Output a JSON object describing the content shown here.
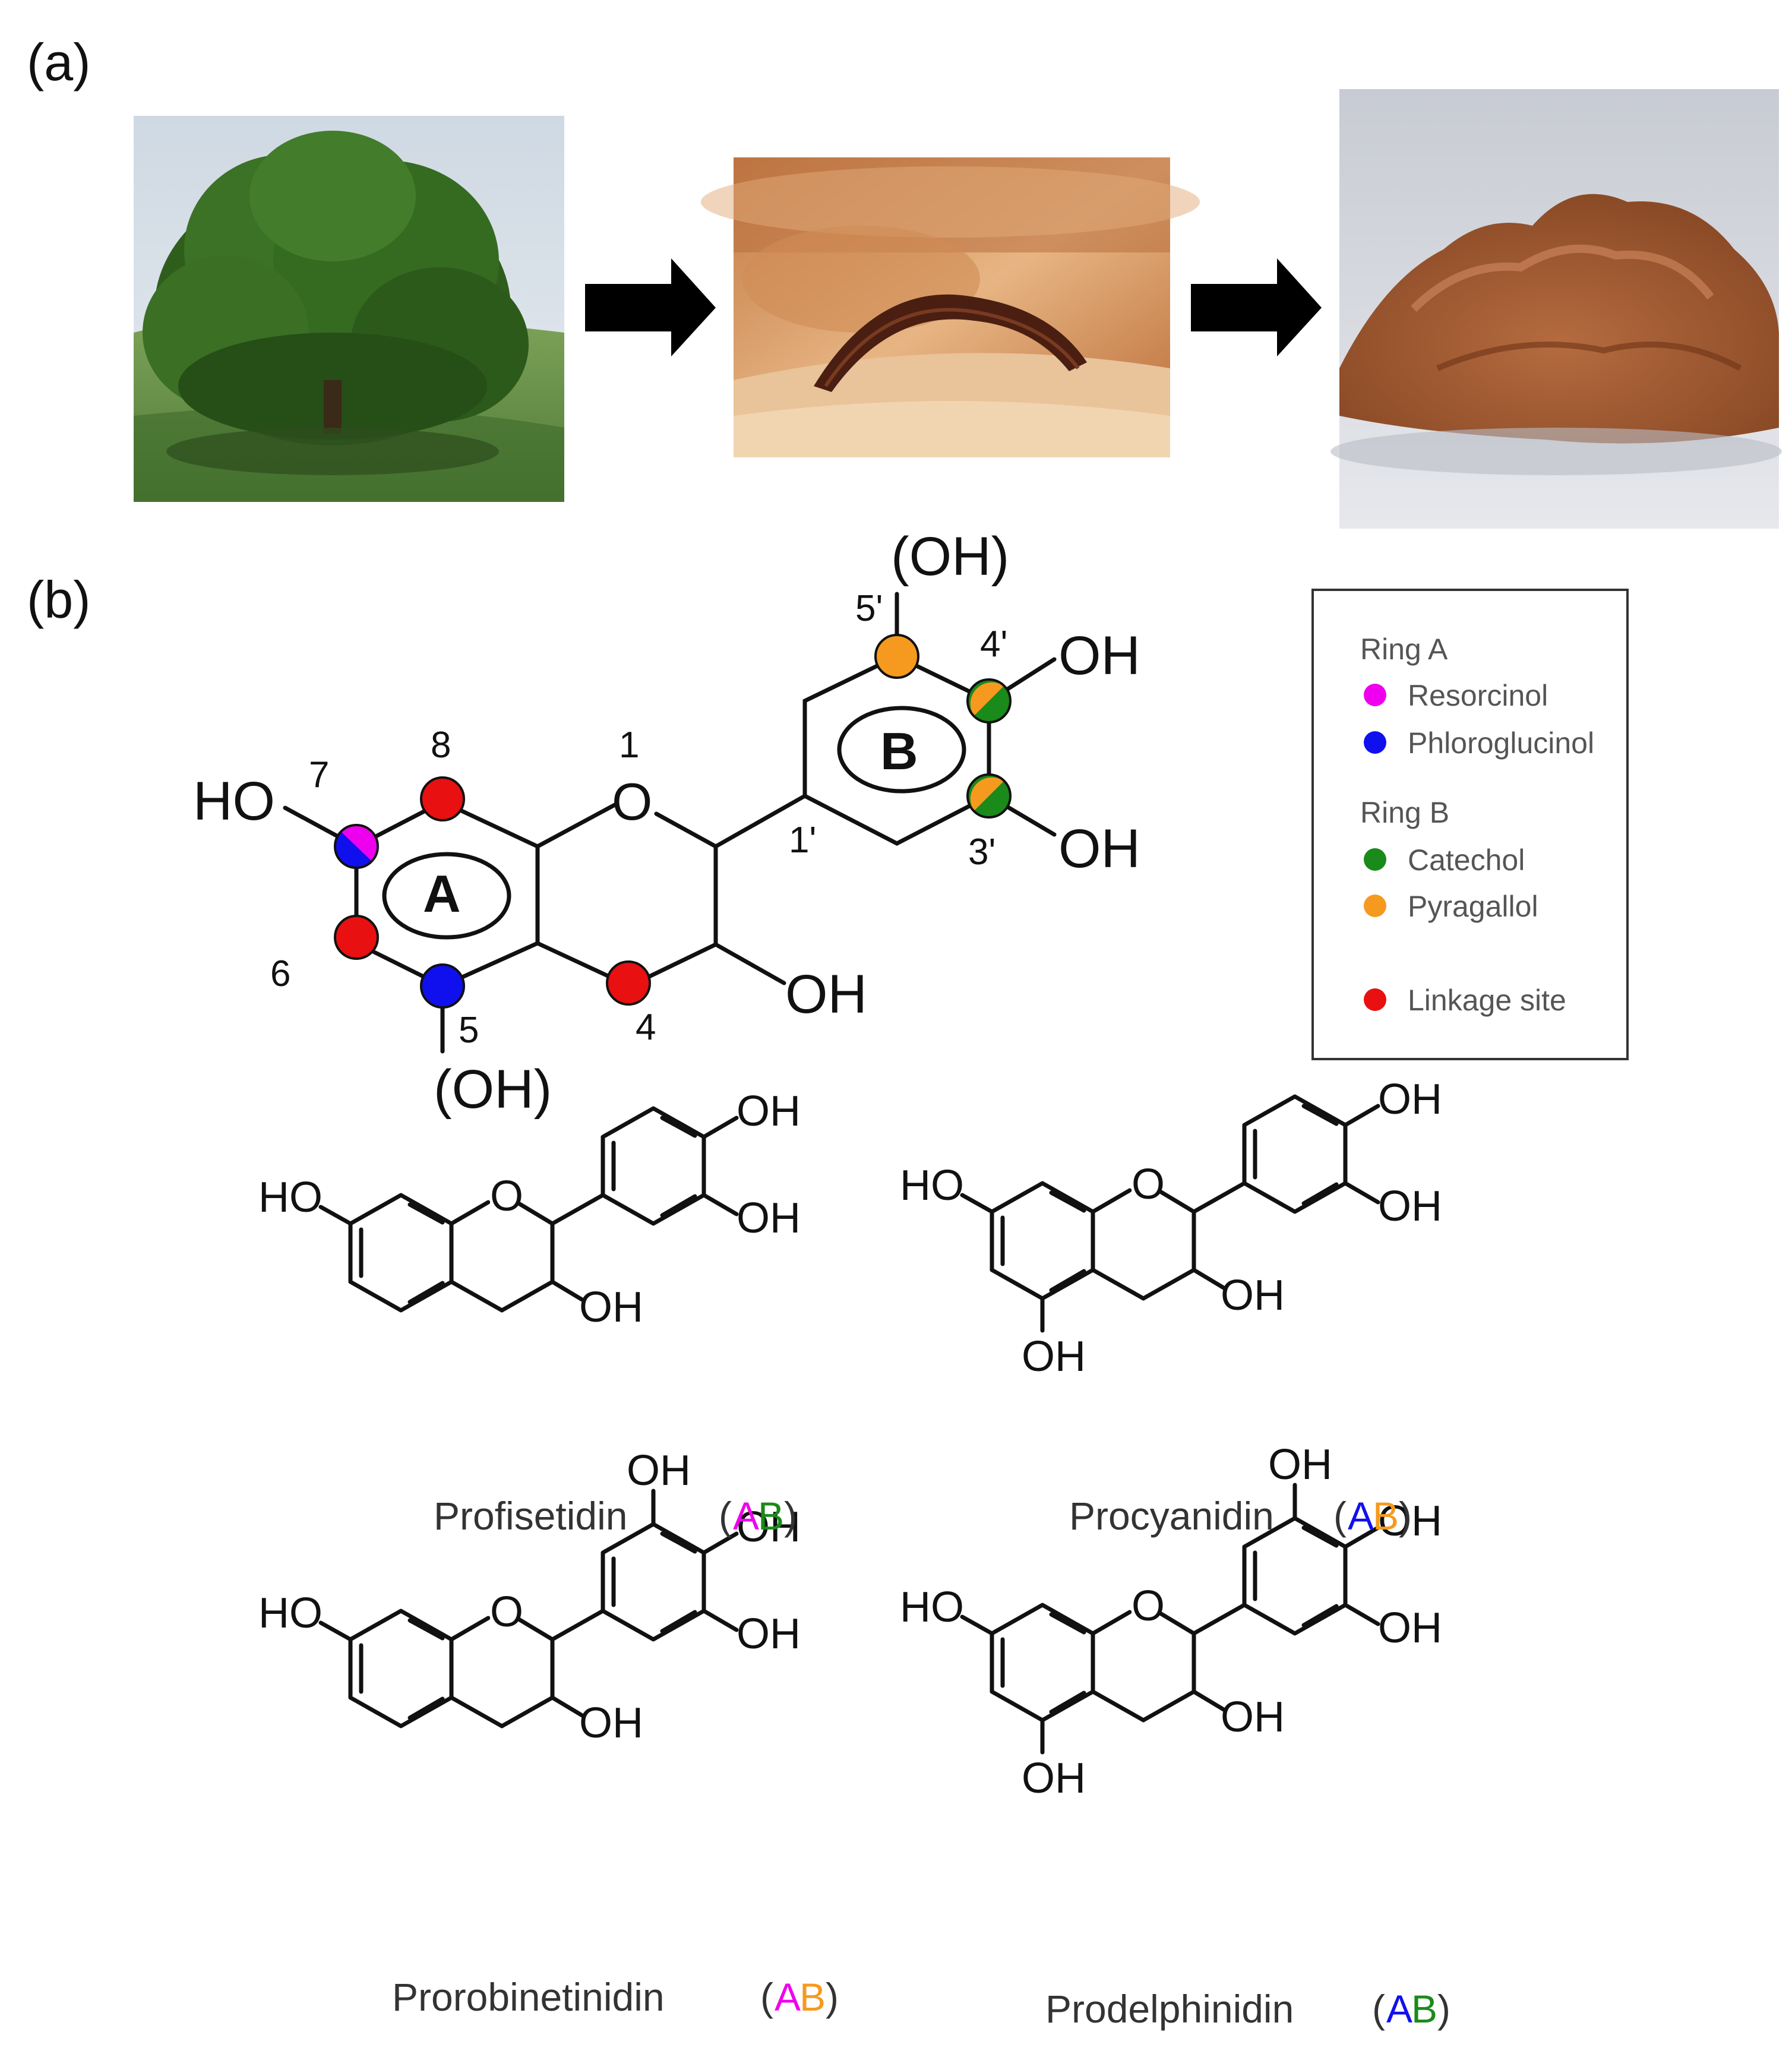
{
  "panel_a": {
    "label": "(a)",
    "images": [
      {
        "name": "tree",
        "description": ""
      },
      {
        "name": "bark",
        "description": ""
      },
      {
        "name": "powder",
        "description": ""
      }
    ]
  },
  "panel_b": {
    "label": "(b)",
    "general": {
      "oh_top": "(OH)",
      "oh_bottom": "(OH)",
      "ho_left": "HO",
      "oh_4p": "OH",
      "oh_3p": "OH",
      "oh_c3": "OH",
      "o_ring": "O",
      "ring_a": "A",
      "ring_b": "B",
      "num_1": "1",
      "num_4": "4",
      "num_5": "5",
      "num_6": "6",
      "num_7": "7",
      "num_8": "8",
      "num_1p": "1'",
      "num_3p": "3'",
      "num_4p": "4'",
      "num_5p": "5'"
    },
    "legend": {
      "ring_a_title": "Ring A",
      "resorcinol": "Resorcinol",
      "phloroglucinol": "Phloroglucinol",
      "ring_b_title": "Ring B",
      "catechol": "Catechol",
      "pyragallol": "Pyragallol",
      "linkage": "Linkage site"
    },
    "colors": {
      "resorcinol": "#ee00ee",
      "phloroglucinol": "#1010ee",
      "catechol": "#1a8a1a",
      "pyragallol": "#f59a1e",
      "linkage": "#e81010"
    },
    "structures": [
      {
        "name": "Profisetidin",
        "a_color": "#ee00ee",
        "b_color": "#1a8a1a",
        "oh_labels": [
          "HO",
          "OH",
          "OH",
          "OH"
        ]
      },
      {
        "name": "Procyanidin",
        "a_color": "#1010ee",
        "b_color": "#f59a1e",
        "oh_labels": [
          "HO",
          "OH",
          "OH",
          "OH",
          "OH"
        ]
      },
      {
        "name": "Prorobinetinidin",
        "a_color": "#ee00ee",
        "b_color": "#f59a1e",
        "oh_labels": [
          "HO",
          "OH",
          "OH",
          "OH",
          "OH"
        ]
      },
      {
        "name": "Prodelphinidin",
        "a_color": "#1010ee",
        "b_color": "#1a8a1a",
        "oh_labels": [
          "HO",
          "OH",
          "OH",
          "OH",
          "OH",
          "OH"
        ]
      }
    ],
    "ab_open": "(",
    "ab_a": "A",
    "ab_b": "B",
    "ab_close": ")",
    "o_atom": "O"
  }
}
